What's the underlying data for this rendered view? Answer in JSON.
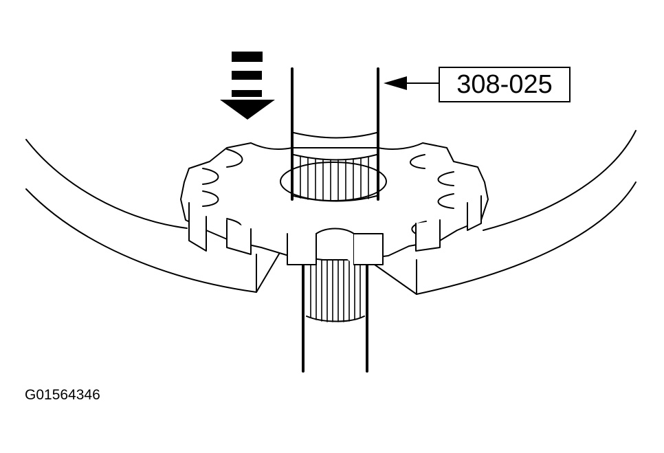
{
  "diagram": {
    "callout": {
      "label": "308-025",
      "target": "special-tool-shaft"
    },
    "figure_id": "G01564346",
    "indicators": {
      "force_arrow_direction": "down"
    },
    "colors": {
      "line": "#000000",
      "background": "#ffffff"
    },
    "parts": [
      "special-tool-shaft",
      "gear",
      "splined-shaft",
      "housing-plate"
    ]
  }
}
